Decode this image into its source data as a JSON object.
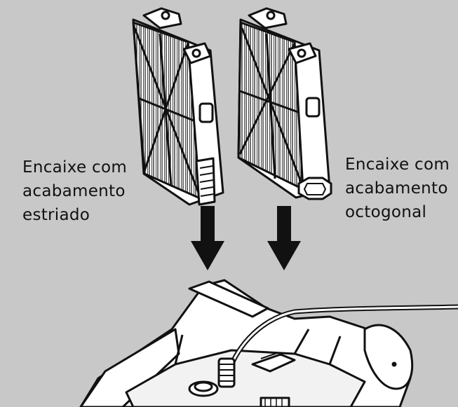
{
  "colors": {
    "background": "#c8c8c8",
    "line": "#111111",
    "fill": "#ffffff"
  },
  "labels": {
    "left": [
      "Encaixe com",
      "acabamento",
      "estriado"
    ],
    "right": [
      "Encaixe com",
      "acabamento",
      "octogonal"
    ]
  },
  "icons": {
    "left_arrow": "arrow-down-icon",
    "right_arrow": "arrow-down-icon"
  }
}
